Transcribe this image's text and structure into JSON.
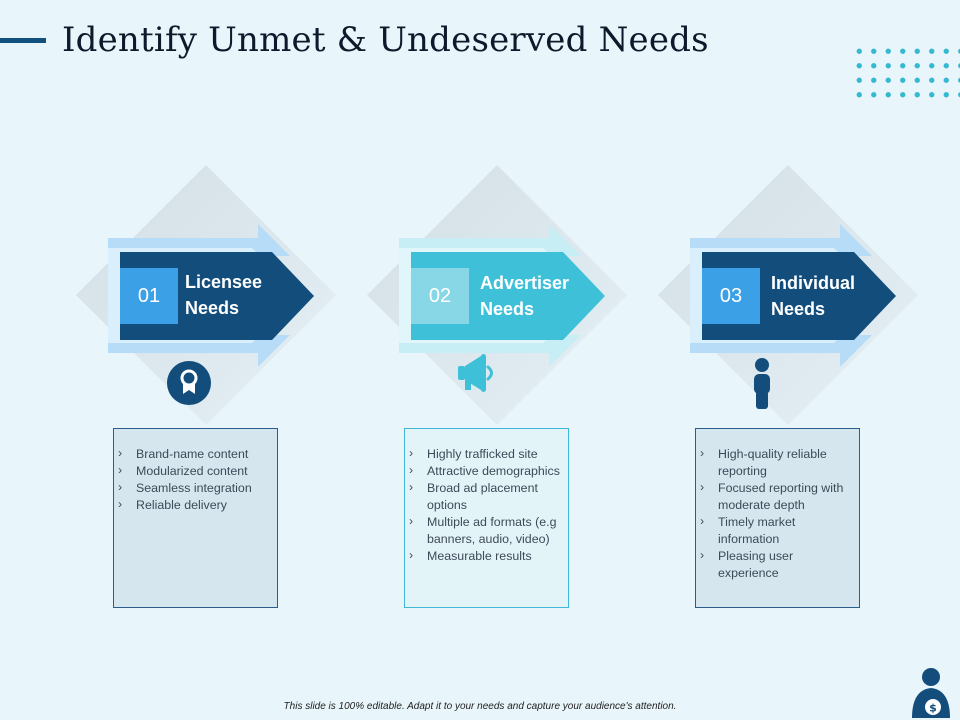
{
  "page": {
    "title": "Identify Unmet & Undeserved Needs"
  },
  "steps": [
    {
      "number": "01",
      "label_line1": "Licensee",
      "label_line2": "Needs",
      "icon": "award-ribbon-icon",
      "bullets": [
        "Brand-name content",
        "Modularized content",
        "Seamless integration",
        "Reliable delivery"
      ]
    },
    {
      "number": "02",
      "label_line1": "Advertiser",
      "label_line2": "Needs",
      "icon": "megaphone-icon",
      "bullets": [
        "Highly trafficked site",
        "Attractive demographics",
        "Broad ad placement options",
        "Multiple ad formats (e.g banners, audio, video)",
        "Measurable results"
      ]
    },
    {
      "number": "03",
      "label_line1": "Individual",
      "label_line2": "Needs",
      "icon": "person-icon",
      "bullets": [
        "High-quality reliable reporting",
        "Focused reporting with moderate depth",
        "Timely market information",
        "Pleasing user experience"
      ]
    }
  ],
  "footer": {
    "note": "This slide is 100% editable. Adapt it to your needs and capture your audience's attention."
  },
  "colors": {
    "dark_blue": "#124d7c",
    "light_blue": "#3ca0e6",
    "cyan": "#3fc0d9",
    "pale_cyan": "#7fd6e6"
  }
}
